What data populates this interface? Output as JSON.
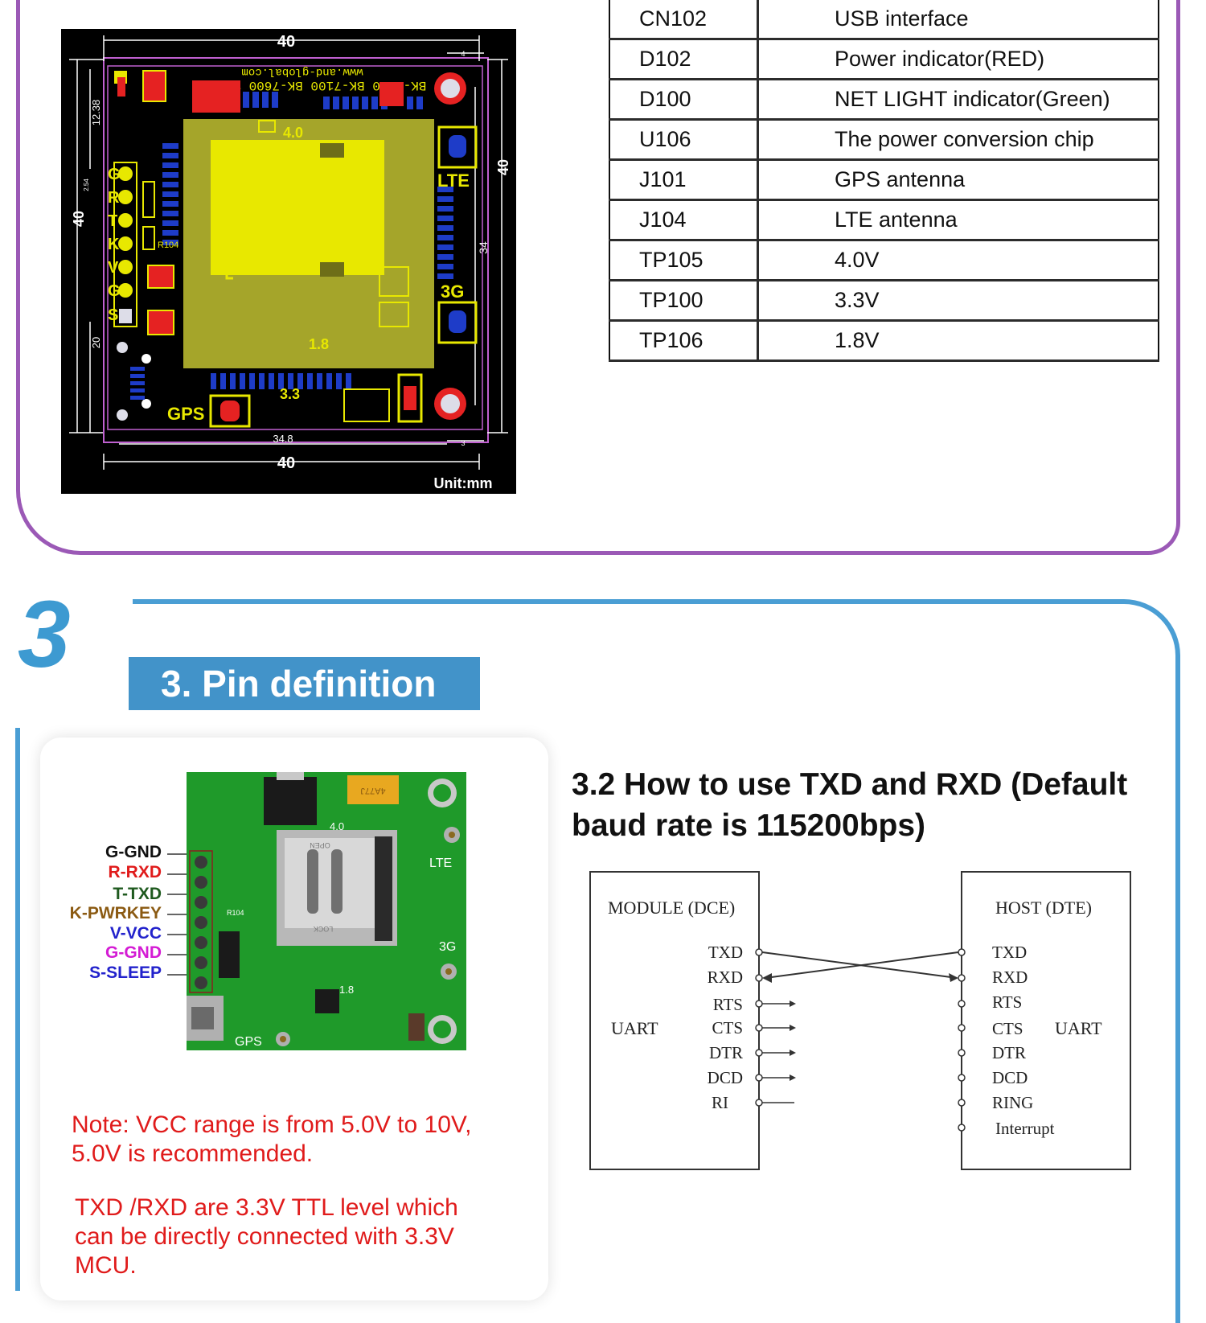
{
  "pcb": {
    "dims": {
      "top": "40",
      "bottom": "40",
      "bottom_inner": "34.8",
      "left": "40",
      "left_small_a": "12.38",
      "left_small_b": "20",
      "left_small_c": "2.54",
      "right": "40",
      "right_inner": "34",
      "top_right_small": "4",
      "bottom_right_small": "3"
    },
    "silkscreen_line1": "www.and-global.com",
    "silkscreen_line2": "BK-2380 BK-7100 BK-7600 v1.1",
    "labels": {
      "lte": "LTE",
      "three_g": "3G",
      "gps": "GPS",
      "v4": "4.0",
      "v18": "1.8",
      "v33": "3.3",
      "r104": "R104",
      "pins": [
        "G",
        "R",
        "T",
        "K",
        "V",
        "G",
        "S"
      ]
    },
    "unit": "Unit:mm"
  },
  "component_table": {
    "rows": [
      {
        "ref": "CN102",
        "desc": "USB interface"
      },
      {
        "ref": "D102",
        "desc": "Power indicator(RED)"
      },
      {
        "ref": "D100",
        "desc": "NET LIGHT indicator(Green)"
      },
      {
        "ref": "U106",
        "desc": "The power conversion chip"
      },
      {
        "ref": "J101",
        "desc": "GPS antenna"
      },
      {
        "ref": "J104",
        "desc": "LTE antenna"
      },
      {
        "ref": "TP105",
        "desc": "4.0V"
      },
      {
        "ref": "TP100",
        "desc": "3.3V"
      },
      {
        "ref": "TP106",
        "desc": "1.8V"
      }
    ]
  },
  "section3": {
    "number": "3",
    "title": "3. Pin definition",
    "pins": [
      {
        "label": "G-GND",
        "color": "#111111"
      },
      {
        "label": "R-RXD",
        "color": "#e01b1b"
      },
      {
        "label": "T-TXD",
        "color": "#1f5a1f"
      },
      {
        "label": "K-PWRKEY",
        "color": "#8b5a12"
      },
      {
        "label": "V-VCC",
        "color": "#2222cc"
      },
      {
        "label": "G-GND",
        "color": "#d41bd4"
      },
      {
        "label": "S-SLEEP",
        "color": "#2222cc"
      }
    ],
    "board_labels": {
      "lte": "LTE",
      "three_g": "3G",
      "gps": "GPS",
      "v4": "4.0",
      "v18": "1.8",
      "r104": "R104",
      "lock": "LOCK",
      "open": "OPEN",
      "cap": "4A77J"
    },
    "note1": "Note: VCC range is from 5.0V to 10V,\n5.0V is recommended.",
    "note2": "TXD /RXD are 3.3V TTL level which\ncan be directly connected with 3.3V\nMCU.",
    "usage_heading": "3.2 How to use TXD and RXD (Default baud rate is 115200bps)",
    "uart": {
      "module_title": "MODULE (DCE)",
      "host_title": "HOST (DTE)",
      "uart_left": "UART",
      "uart_right": "UART",
      "module_pins": [
        "TXD",
        "RXD",
        "RTS",
        "CTS",
        "DTR",
        "DCD",
        "RI"
      ],
      "host_pins": [
        "TXD",
        "RXD",
        "RTS",
        "CTS",
        "DTR",
        "DCD",
        "RING",
        "Interrupt"
      ]
    }
  },
  "colors": {
    "purple_frame": "#9b59b6",
    "blue_accent": "#4a9ed4",
    "pcb_yellow": "#e8e800",
    "pcb_blue": "#1e3cc8",
    "pcb_red": "#e52222",
    "board_green": "#1f9a2a",
    "note_red": "#e01b1b"
  }
}
